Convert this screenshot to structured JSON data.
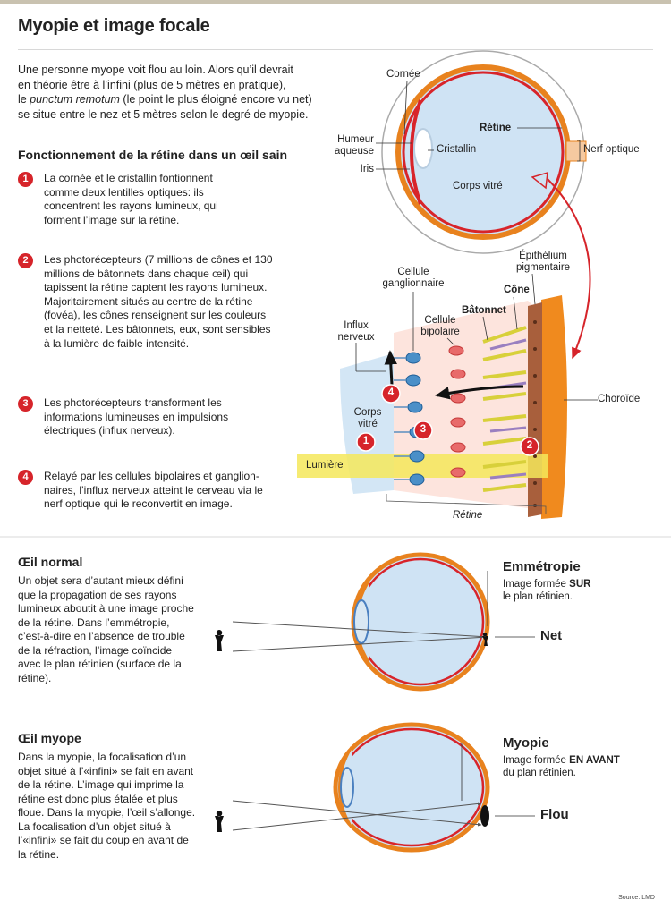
{
  "title": "Myopie et image focale",
  "intro": {
    "l1": "Une personne myope voit flou au loin. Alors qu’il devrait",
    "l2": "en théorie être à l’infini (plus de 5 mètres en pratique),",
    "l3a": "le ",
    "l3b": "punctum remotum",
    "l3c": " (le point le plus éloigné encore vu net)",
    "l4": "se situe entre le nez et 5 mètres selon le degré de myopie."
  },
  "retina_section_title": "Fonctionnement de la rétine dans un œil sain",
  "steps": [
    {
      "num": "1",
      "text": "La cornée et le cristallin fontionnent comme deux lentilles optiques: ils concentrent les rayons lumineux, qui  forment l’image sur la rétine."
    },
    {
      "num": "2",
      "text": "Les photorécepteurs (7 millions de cônes et 130 millions de bâtonnets dans chaque œil) qui tapissent la rétine captent les rayons lumineux. Majoritairement situés au centre de la rétine (fovéa), les cônes renseignent sur les couleurs et la netteté. Les bâtonnets, eux, sont sensibles à la lumière de faible intensité."
    },
    {
      "num": "3",
      "text": "Les photorécepteurs transforment les informations lumineuses en impulsions électriques (influx nerveux)."
    },
    {
      "num": "4",
      "text": "Relayé par les cellules bipolaires et ganglion­naires, l’influx nerveux atteint le cerveau via le nerf optique qui le reconvertit en image."
    }
  ],
  "eye_labels": {
    "cornee": "Cornée",
    "humeur1": "Humeur",
    "humeur2": "aqueuse",
    "iris": "Iris",
    "cristallin": "Cristallin",
    "retine": "Rétine",
    "nerf": "Nerf optique",
    "corps_vitre": "Corps vitré"
  },
  "retina_labels": {
    "epith1": "Épithélium",
    "epith2": "pigmentaire",
    "gang1": "Cellule",
    "gang2": "ganglionnaire",
    "cone": "Cône",
    "batonnet": "Bâtonnet",
    "bip1": "Cellule",
    "bip2": "bipolaire",
    "influx1": "Influx",
    "influx2": "nerveux",
    "choroide": "Choroïde",
    "cv1": "Corps",
    "cv2": "vitré",
    "lumiere": "Lumière",
    "retine": "Rétine",
    "n1": "1",
    "n2": "2",
    "n3": "3",
    "n4": "4"
  },
  "normal": {
    "title": "Œil normal",
    "text": "Un objet sera d’autant mieux défini que la propagation de ses rayons lumineux aboutit à une image proche de la rétine. Dans l’emmétropie, c’est-à-dire en l’absence de trouble de la réfraction, l’image coïncide avec le plan rétinien (surface de la rétine).",
    "label": "Emmétropie",
    "desc1": "Image formée ",
    "desc_bold": "SUR",
    "desc2": "le plan rétinien.",
    "result": "Net"
  },
  "myope": {
    "title": "Œil myope",
    "text": "Dans la myopie, la focalisation d’un objet situé à l’«infini» se fait en avant de la rétine. L’image qui imprime la rétine est donc plus étalée et plus floue. Dans la myopie, l’œil s’allonge. La focalisation d’un objet situé à l’«infini» se fait du coup en avant de la rétine.",
    "label": "Myopie",
    "desc1": "Image formée ",
    "desc_bold": "EN AVANT",
    "desc2": "du plan rétinien.",
    "result": "Flou"
  },
  "source": "Source: LMD",
  "colors": {
    "red": "#d6242a",
    "orange": "#f08a1e",
    "vitreous": "#cfe3f4",
    "yellow": "#f5e85a"
  }
}
